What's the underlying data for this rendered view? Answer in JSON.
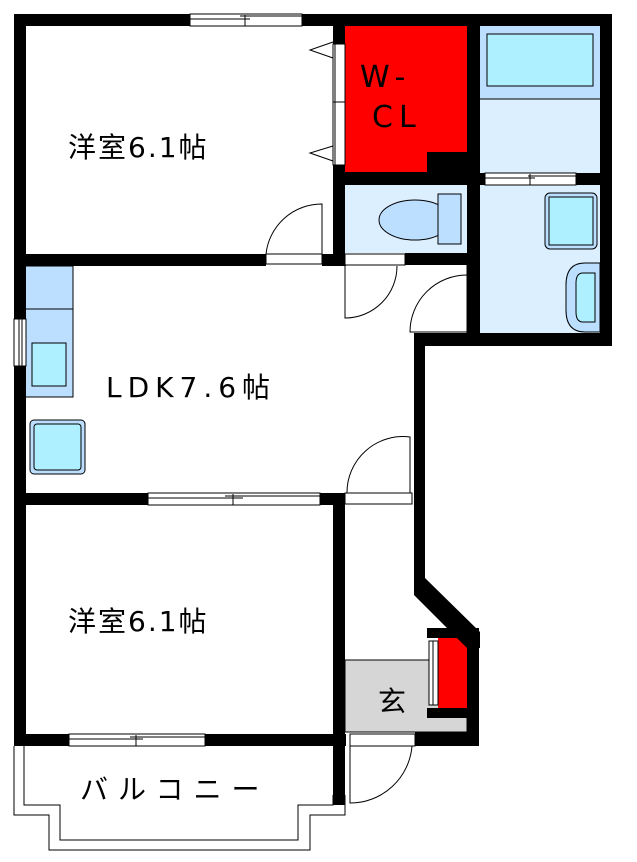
{
  "floor_plan": {
    "rooms": [
      {
        "id": "western-room-1",
        "label": "洋室6.1帖",
        "type": "Western-style room",
        "size_jo": 6.1
      },
      {
        "id": "walk-in-closet",
        "label_line1": "W-",
        "label_line2": "CL",
        "type": "Walk-in closet"
      },
      {
        "id": "ldk",
        "label": "LDK7.6帖",
        "type": "Living Dining Kitchen",
        "size_jo": 7.6
      },
      {
        "id": "western-room-2",
        "label": "洋室6.1帖",
        "type": "Western-style room",
        "size_jo": 6.1
      },
      {
        "id": "entrance",
        "label": "玄",
        "type": "Entrance (genkan)"
      },
      {
        "id": "balcony",
        "label": "バルコニー",
        "type": "Balcony"
      },
      {
        "id": "bathroom",
        "type": "Bathroom with bathtub"
      },
      {
        "id": "washroom",
        "type": "Washroom with washbasin and washing machine"
      },
      {
        "id": "toilet",
        "type": "Toilet"
      }
    ],
    "colors": {
      "wall": "#000000",
      "closet": "#ff0000",
      "wet_area": "#dcefff",
      "fixture_light": "#bddfff",
      "fixture_water": "#aef0ff",
      "entrance_floor": "#d6d6d6",
      "background": "#ffffff"
    }
  }
}
